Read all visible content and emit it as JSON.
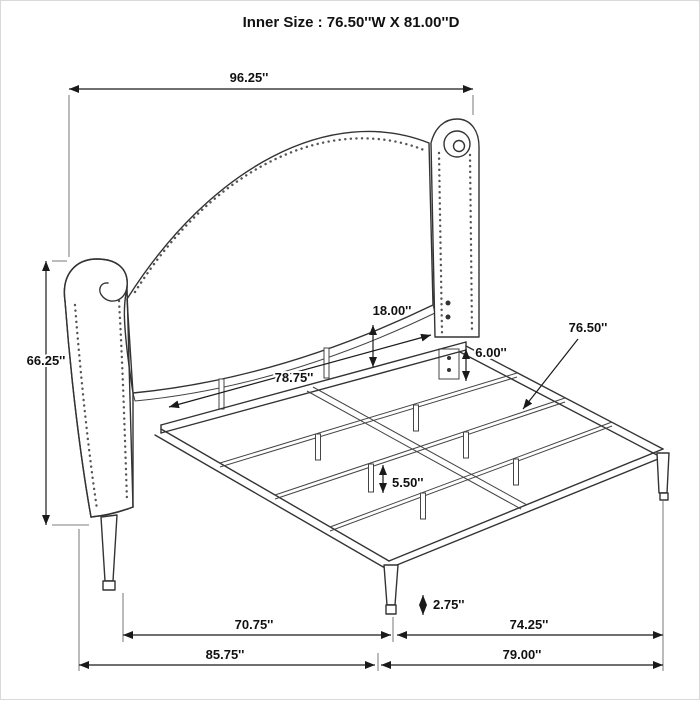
{
  "title": "Inner Size : 76.50''W X 81.00''D",
  "dims": {
    "headboard_width": "96.25''",
    "headboard_height": "66.25''",
    "headboard_panel_height": "18.00''",
    "headboard_inner_width": "78.75''",
    "rail_bracket_height": "6.00''",
    "slat_length": "76.50''",
    "slat_leg_height": "5.50''",
    "foot_height": "2.75''",
    "frame_inner_depth": "70.75''",
    "frame_outer_depth": "74.25''",
    "overall_depth": "85.75''",
    "side_rail_length": "79.00''"
  }
}
